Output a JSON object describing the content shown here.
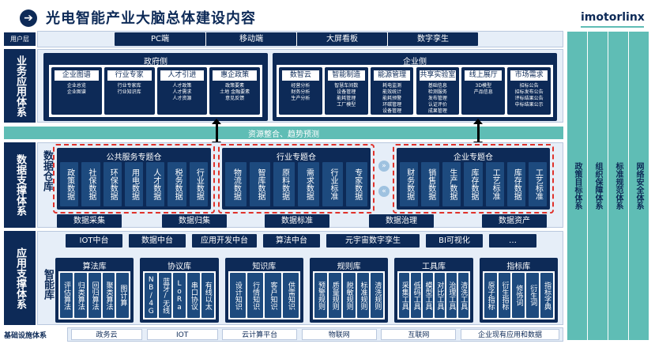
{
  "title": "光电智能产业大脑总体建设内容",
  "logo": "imotorlinx",
  "user_layer": {
    "label": "用户层",
    "items": [
      "PC端",
      "移动端",
      "大屏看板",
      "数字孪生"
    ]
  },
  "business": {
    "label": "业务应用体系",
    "gov": {
      "title": "政府侧",
      "cards": [
        {
          "title": "企业图谱",
          "body": "企业总览\n企业图谱"
        },
        {
          "title": "行业专家",
          "body": "行业专家库\n行业知识库"
        },
        {
          "title": "人才引进",
          "body": "人才政策\n人才需求\n人才资源"
        },
        {
          "title": "惠企政策",
          "body": "政策要素\n土地 金融要素\n意见反馈"
        }
      ]
    },
    "ent": {
      "title": "企业侧",
      "cards": [
        {
          "title": "数智云",
          "body": "经营分析\n财务分析\n生产分析"
        },
        {
          "title": "智能制造",
          "body": "智慧车间数\n设备管理\n能耗管理\n工厂模型"
        },
        {
          "title": "能源管理",
          "body": "耗电监测\n能效统计\n能耗预警\n环碳管理\n设备管理"
        },
        {
          "title": "共享实验室",
          "body": "基础信息\n检测服务\n发布管理\n认证评价\n成果管理"
        },
        {
          "title": "线上展厅",
          "body": "3D模型\n产品信息"
        },
        {
          "title": "市场需求",
          "body": "招标公告\n招标发布公告\n评标结果公告\n中标结果公示"
        }
      ]
    },
    "bar": "资源整合、趋势预测"
  },
  "data_support": {
    "label": "数据支撑体系",
    "warehouse": "数据仓库",
    "public": {
      "title": "公共服务专题仓",
      "items": [
        "政策数据",
        "社保数据",
        "环保数据",
        "用电数据",
        "人才数据",
        "税务数据",
        "行业数据"
      ]
    },
    "industry": {
      "title": "行业专题仓",
      "items": [
        "物流数据",
        "智库数据",
        "原料数据",
        "需求数据",
        "行业标准",
        "专家数据"
      ]
    },
    "enterprise": {
      "title": "企业专题仓",
      "items": [
        "财务数据",
        "销售数据",
        "生产数据",
        "库存数据",
        "工艺标准",
        "库存数据",
        "工艺标准"
      ]
    },
    "bottom": [
      "数据采集",
      "数据归集",
      "数据标准",
      "数据治理",
      "数据资产"
    ]
  },
  "app_support": {
    "label": "应用支撑体系",
    "platforms": [
      "IOT中台",
      "数据中台",
      "应用开发中台",
      "算法中台",
      "元宇宙数字孪生",
      "BI可视化",
      "…"
    ],
    "smart_lib": "智能库",
    "libs": [
      {
        "title": "算法库",
        "items": [
          "评估算法",
          "归类算法",
          "回归算法",
          "聚类算法",
          "图计算"
        ]
      },
      {
        "title": "协议库",
        "items": [
          "NB/4G",
          "蓝牙/无线",
          "LoRa",
          "串口协议",
          "有线以太"
        ]
      },
      {
        "title": "知识库",
        "items": [
          "设计知识",
          "行情知识",
          "客户知识",
          "供需知识"
        ]
      },
      {
        "title": "规则库",
        "items": [
          "预警规则",
          "质量规则",
          "脱敏规则",
          "标准规则",
          "清洗规则"
        ]
      },
      {
        "title": "工具库",
        "items": [
          "采集工具",
          "低码工具",
          "模型工具",
          "对比工具",
          "治理工具",
          "清洗工具"
        ]
      },
      {
        "title": "指标库",
        "items": [
          "原子指标",
          "衍生指标",
          "修饰词",
          "衍生词",
          "指标字典"
        ]
      }
    ]
  },
  "infra": {
    "label": "基础设施体系",
    "items": [
      "政务云",
      "IOT",
      "云计算平台",
      "物联网",
      "互联网",
      "企业现有应用和数据"
    ]
  },
  "right_cols": [
    "政策目标体系",
    "组织保障体系",
    "标准规范体系",
    "网络安全体系"
  ]
}
